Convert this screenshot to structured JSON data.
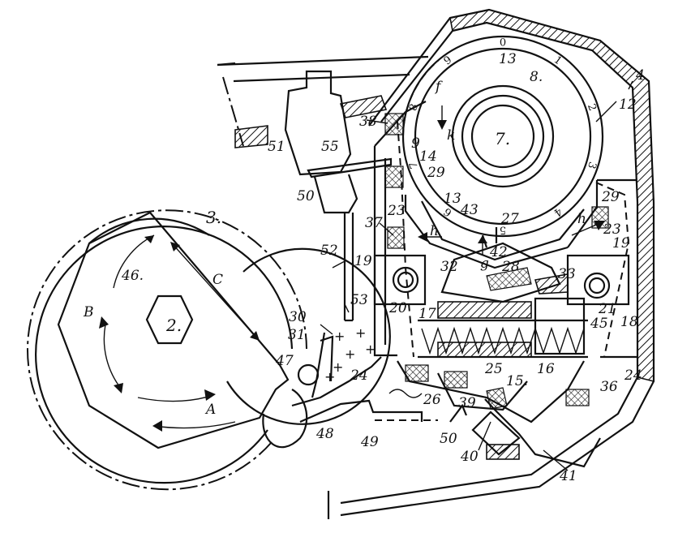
{
  "labels": {
    "l2": "2.",
    "l3": "3.",
    "l4": "4",
    "l7": "7.",
    "l8": "8.",
    "l9": "9",
    "l12": "12",
    "l13a": "13",
    "l13b": "13",
    "l14": "14",
    "l15": "15.",
    "l16": "16",
    "l17": "17.",
    "l18": "18",
    "l19a": "19",
    "l19b": "19",
    "l20": "20",
    "l21": "21",
    "l23a": "23",
    "l23b": "23",
    "l24a": "24",
    "l24b": "24",
    "l25": "25",
    "l26": "26",
    "l27": "27",
    "l28": "28",
    "l29a": "29",
    "l29b": "29",
    "l30": "30",
    "l31": "31",
    "l32": "32",
    "l33": "33",
    "l36": "36",
    "l37": "37",
    "l38": "38",
    "l39": "39",
    "l40": "40",
    "l41": "41",
    "l42": "42",
    "l43": "43",
    "l45": "45",
    "l46": "46.",
    "l47": "47",
    "l48": "48",
    "l49": "49",
    "l50a": "50",
    "l50b": "50",
    "l51": "51",
    "l52": "52",
    "l53": "53",
    "l55": "55",
    "lA": "A",
    "lB": "B",
    "lC": "C",
    "lf": "f",
    "lg": "g",
    "lh1": "h",
    "lh2": "h",
    "lk": "k"
  },
  "drum_digits": [
    "0",
    "1",
    "2",
    "3",
    "4",
    "5",
    "6",
    "7",
    "8",
    "9"
  ]
}
